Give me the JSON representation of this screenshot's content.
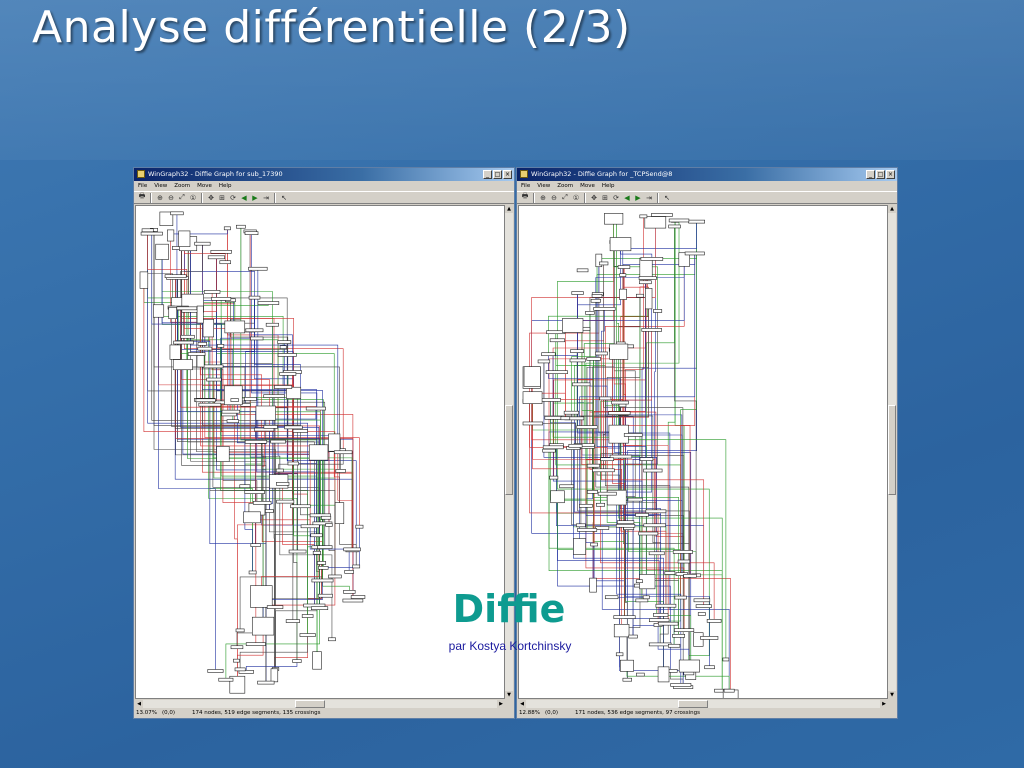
{
  "slide": {
    "title": "Analyse différentielle (2/3)",
    "caption_title": "Diffie",
    "caption_subtitle": "par Kostya Kortchinsky"
  },
  "colors": {
    "edge_red": "#d03030",
    "edge_green": "#2a9a2a",
    "edge_blue": "#2030a0",
    "caption_title": "#0e9b90",
    "caption_subtitle": "#1a1a9e"
  },
  "windows": [
    {
      "title": "WinGraph32 - Diffie Graph for sub_17390",
      "menu": [
        "File",
        "View",
        "Zoom",
        "Move",
        "Help"
      ],
      "status_zoom": "13.07%",
      "status_coords": "(0,0)",
      "status_info": "174 nodes, 519 edge segments, 135 crossings"
    },
    {
      "title": "WinGraph32 - Diffie Graph for _TCPSend@8",
      "menu": [
        "File",
        "View",
        "Zoom",
        "Move",
        "Help"
      ],
      "status_zoom": "12.88%",
      "status_coords": "(0,0)",
      "status_info": "171 nodes, 536 edge segments, 97 crossings"
    }
  ],
  "toolbar_icons": [
    "print-icon",
    "zoom-in-icon",
    "zoom-out-icon",
    "zoom-fit-icon",
    "zoom-100-icon",
    "move-icon",
    "graph-layout-icon",
    "refresh-icon",
    "go-back-icon",
    "go-forward-icon",
    "export-icon",
    "arrow-pointer-icon"
  ]
}
